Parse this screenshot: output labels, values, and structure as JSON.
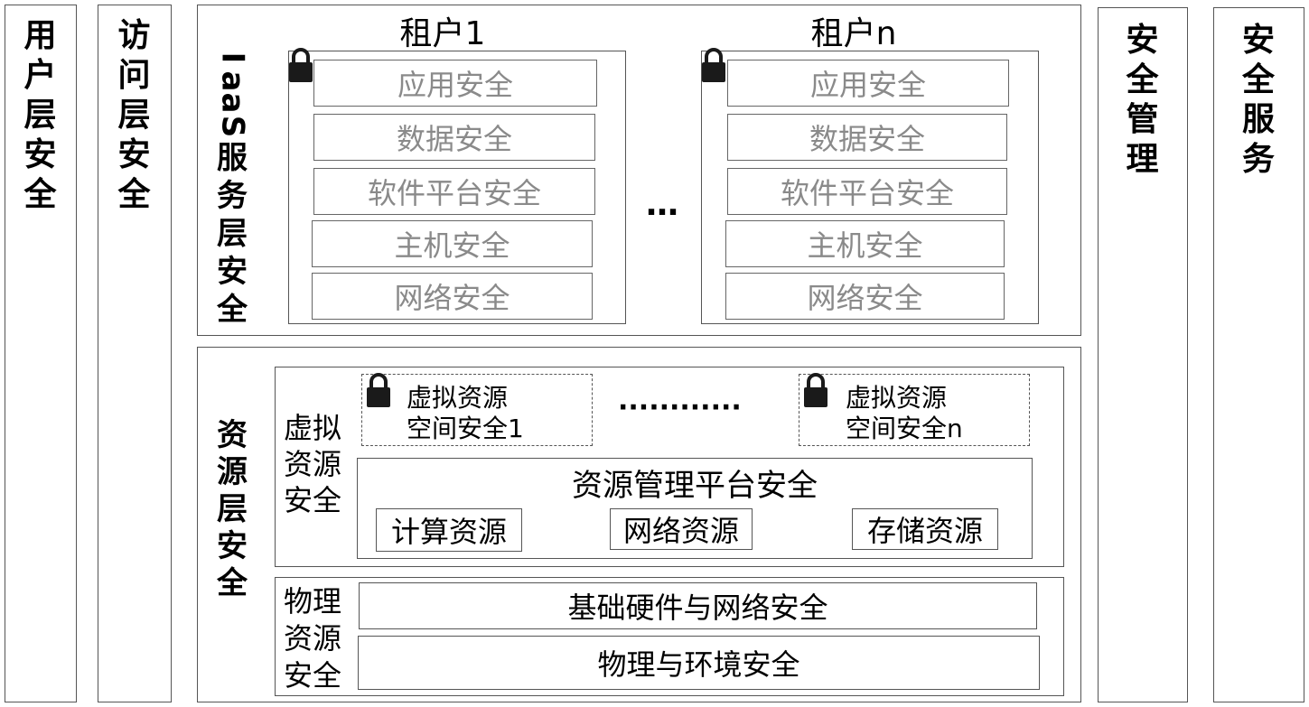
{
  "left": {
    "user_layer": [
      "用",
      "户",
      "层",
      "安",
      "全"
    ],
    "access_layer": [
      "访",
      "问",
      "层",
      "安",
      "全"
    ]
  },
  "right": {
    "security_management": [
      "安",
      "全",
      "管",
      "理"
    ],
    "security_service": [
      "安",
      "全",
      "服",
      "务"
    ]
  },
  "iaas": {
    "label": [
      "I",
      "a",
      "a",
      "S",
      "服",
      "务",
      "层",
      "安",
      "全"
    ],
    "ellipsis": "…",
    "tenants": [
      {
        "title": "租户1",
        "layers": [
          "应用安全",
          "数据安全",
          "软件平台安全",
          "主机安全",
          "网络安全"
        ]
      },
      {
        "title": "租户n",
        "layers": [
          "应用安全",
          "数据安全",
          "软件平台安全",
          "主机安全",
          "网络安全"
        ]
      }
    ]
  },
  "resource": {
    "label": [
      "资",
      "源",
      "层",
      "安",
      "全"
    ],
    "virtual": {
      "label": [
        "虚拟",
        "资源",
        "安全"
      ],
      "spaces": [
        {
          "line1": "虚拟资源",
          "line2": "空间安全1"
        },
        {
          "line1": "虚拟资源",
          "line2": "空间安全n"
        }
      ],
      "dots": "············",
      "platform": {
        "title": "资源管理平台安全",
        "items": [
          "计算资源",
          "网络资源",
          "存储资源"
        ]
      }
    },
    "physical": {
      "label": [
        "物理",
        "资源",
        "安全"
      ],
      "items": [
        "基础硬件与网络安全",
        "物理与环境安全"
      ]
    }
  },
  "colors": {
    "border": "#555555",
    "gray_text": "#8a8a8a",
    "lock": "#1a1a1a"
  }
}
